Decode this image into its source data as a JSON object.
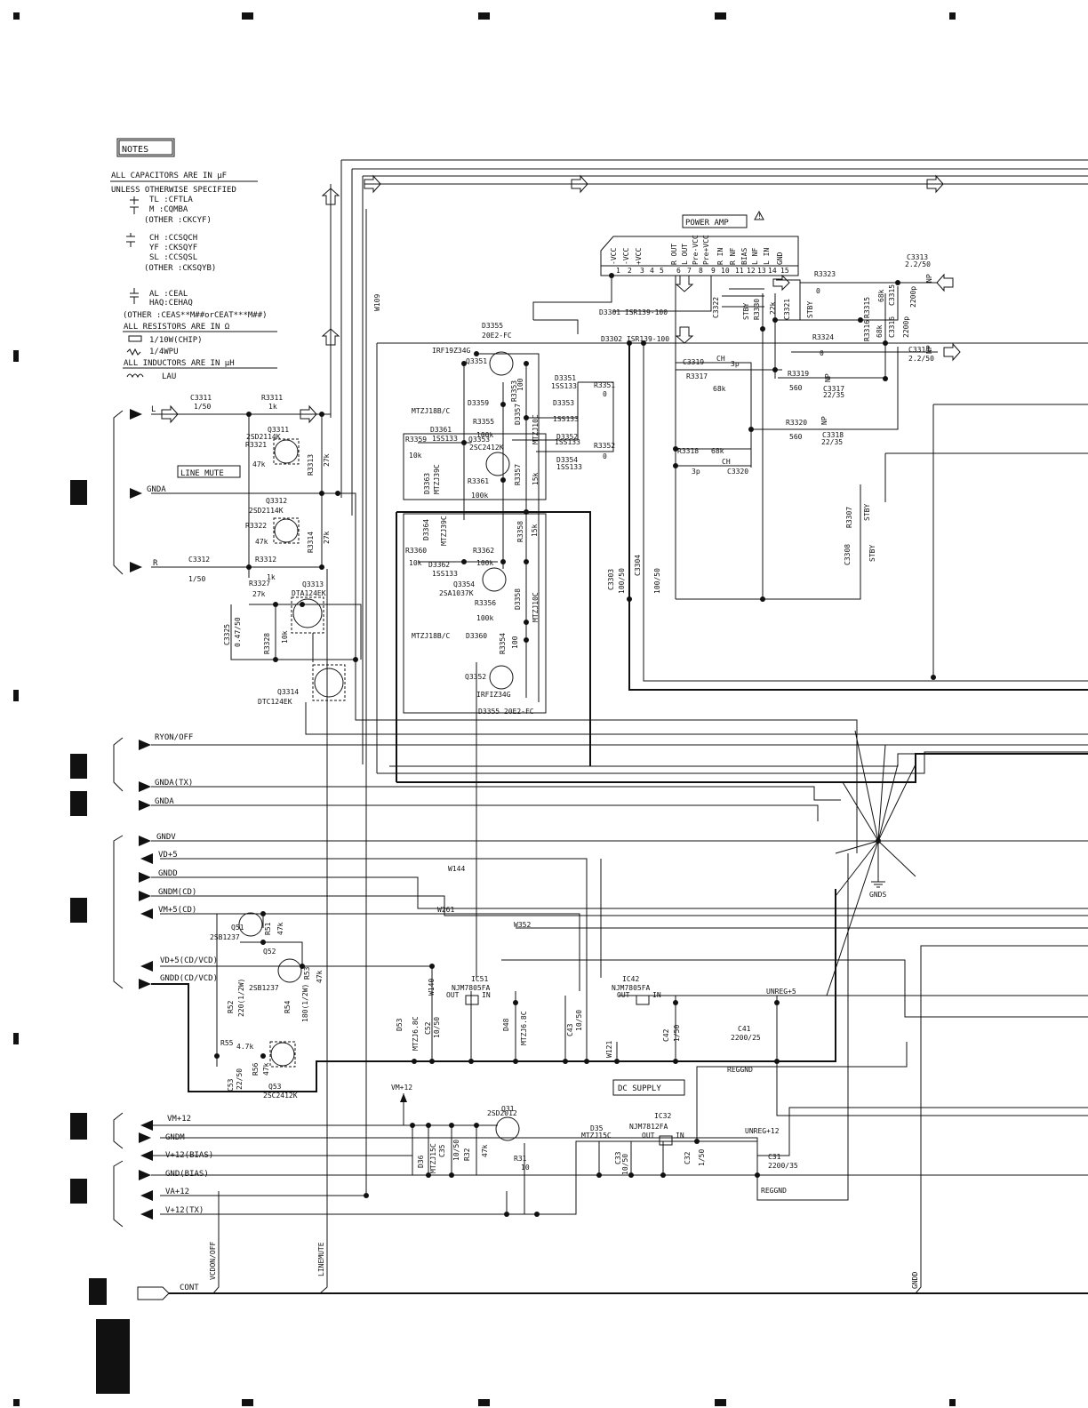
{
  "notes": {
    "title": "NOTES",
    "lines": [
      "ALL CAPACITORS ARE IN μF",
      "UNLESS OTHERWISE SPECIFIED",
      "TL :CFTLA",
      "M :CQMBA",
      "(OTHER :CKCYF)",
      "CH :CCSQCH",
      "YF :CKSQYF",
      "SL :CCSQSL",
      "(OTHER :CKSQYB)",
      "AL :CEAL",
      "HAQ:CEHAQ",
      "(OTHER :CEAS**M##orCEAT***M##)",
      "ALL RESISTORS ARE IN Ω",
      "1/10W(CHIP)",
      "1/4WPU",
      "ALL INDUCTORS ARE IN μH",
      "LAU"
    ]
  },
  "blocks": {
    "power_amp": "POWER AMP",
    "line_mute": "LINE MUTE",
    "dc_supply": "DC SUPPLY"
  },
  "ic_pins": {
    "names": [
      "-VCC",
      "-VCC",
      "+VCC",
      "R OUT",
      "L OUT",
      "Pre-VCC",
      "Pre+VCC",
      "R IN",
      "R NF",
      "BIAS",
      "L NF",
      "L IN",
      "GND"
    ],
    "numbers": [
      "1",
      "2",
      "3",
      "4",
      "5",
      "6",
      "7",
      "8",
      "9",
      "10",
      "11",
      "12",
      "13",
      "14",
      "15"
    ]
  },
  "connectors": {
    "left_top": [
      "L",
      "GNDA",
      "R"
    ],
    "left_mid": [
      "RYON/OFF",
      "GNDA(TX)",
      "GNDA"
    ],
    "left_power": [
      "GNDV",
      "VD+5",
      "GNDD",
      "GNDM(CD)",
      "VM+5(CD)",
      "VD+5(CD/VCD)",
      "GNDD(CD/VCD)"
    ],
    "left_bottom": [
      "VM+12",
      "GNDM",
      "V+12(BIAS)",
      "GND(BIAS)",
      "VA+12",
      "V+12(TX)"
    ],
    "cont": "CONT"
  },
  "labels": [
    {
      "id": "c3311",
      "text": "C3311"
    },
    {
      "id": "c3311v",
      "text": "1/50"
    },
    {
      "id": "r3311",
      "text": "R3311"
    },
    {
      "id": "r3311v",
      "text": "1k"
    },
    {
      "id": "q3311",
      "text": "Q3311"
    },
    {
      "id": "q3311p",
      "text": "2SD2114K"
    },
    {
      "id": "r3321",
      "text": "R3321"
    },
    {
      "id": "r3321v",
      "text": "47k"
    },
    {
      "id": "r3313",
      "text": "R3313"
    },
    {
      "id": "r3313v",
      "text": "27k"
    },
    {
      "id": "q3312",
      "text": "Q3312"
    },
    {
      "id": "q3312p",
      "text": "2SD2114K"
    },
    {
      "id": "r3322",
      "text": "R3322"
    },
    {
      "id": "r3322v",
      "text": "47k"
    },
    {
      "id": "r3314",
      "text": "R3314"
    },
    {
      "id": "r3314v",
      "text": "27k"
    },
    {
      "id": "c3312",
      "text": "C3312"
    },
    {
      "id": "c3312v",
      "text": "1/50"
    },
    {
      "id": "r3312",
      "text": "R3312"
    },
    {
      "id": "r3312v",
      "text": "1k"
    },
    {
      "id": "r3327",
      "text": "R3327"
    },
    {
      "id": "r3327v",
      "text": "27k"
    },
    {
      "id": "q3313",
      "text": "Q3313"
    },
    {
      "id": "q3313p",
      "text": "DTA124EK"
    },
    {
      "id": "c3325",
      "text": "C3325"
    },
    {
      "id": "c3325v",
      "text": "0.47/50"
    },
    {
      "id": "r3328",
      "text": "R3328"
    },
    {
      "id": "r3328v",
      "text": "10k"
    },
    {
      "id": "q3314",
      "text": "Q3314"
    },
    {
      "id": "q3314p",
      "text": "DTC124EK"
    },
    {
      "id": "w109",
      "text": "W109"
    },
    {
      "id": "d3355a",
      "text": "D3355"
    },
    {
      "id": "d3355av",
      "text": "20E2-FC"
    },
    {
      "id": "irf9",
      "text": "IRF19Z34G"
    },
    {
      "id": "q3351",
      "text": "Q3351"
    },
    {
      "id": "d3359",
      "text": "D3359"
    },
    {
      "id": "mtzj18b",
      "text": "MTZJ18B/C"
    },
    {
      "id": "r3353",
      "text": "R3353"
    },
    {
      "id": "r3353v",
      "text": "100"
    },
    {
      "id": "d3357",
      "text": "D3357"
    },
    {
      "id": "mtzj10c",
      "text": "MTZJ10C"
    },
    {
      "id": "d3361",
      "text": "D3361"
    },
    {
      "id": "iss133a",
      "text": "1SS133"
    },
    {
      "id": "r3355",
      "text": "R3355"
    },
    {
      "id": "r3355v",
      "text": "100k"
    },
    {
      "id": "r3359",
      "text": "R3359"
    },
    {
      "id": "r3359v",
      "text": "10k"
    },
    {
      "id": "q3353",
      "text": "Q3353"
    },
    {
      "id": "q3353p",
      "text": "2SC2412K"
    },
    {
      "id": "d3363",
      "text": "D3363"
    },
    {
      "id": "mtzj39c",
      "text": "MTZJ39C"
    },
    {
      "id": "r3361",
      "text": "R3361"
    },
    {
      "id": "r3361v",
      "text": "100k"
    },
    {
      "id": "r3357",
      "text": "R3357"
    },
    {
      "id": "r3357v",
      "text": "15k"
    },
    {
      "id": "d3364",
      "text": "D3364"
    },
    {
      "id": "mtzj39c2",
      "text": "MTZJ39C"
    },
    {
      "id": "r3358",
      "text": "R3358"
    },
    {
      "id": "r3358v",
      "text": "15k"
    },
    {
      "id": "r3360",
      "text": "R3360"
    },
    {
      "id": "r3360v",
      "text": "10k"
    },
    {
      "id": "r3362",
      "text": "R3362"
    },
    {
      "id": "r3362v",
      "text": "100k"
    },
    {
      "id": "d3362",
      "text": "D3362"
    },
    {
      "id": "iss133b",
      "text": "1SS133"
    },
    {
      "id": "q3354",
      "text": "Q3354"
    },
    {
      "id": "q3354p",
      "text": "2SA1037K"
    },
    {
      "id": "d3358",
      "text": "D3358"
    },
    {
      "id": "mtzj10c2",
      "text": "MTZJ10C"
    },
    {
      "id": "r3356",
      "text": "R3356"
    },
    {
      "id": "r3356v",
      "text": "100k"
    },
    {
      "id": "mtzj18b2",
      "text": "MTZJ18B/C"
    },
    {
      "id": "d3360",
      "text": "D3360"
    },
    {
      "id": "r3354",
      "text": "R3354"
    },
    {
      "id": "r3354v",
      "text": "100"
    },
    {
      "id": "q3352",
      "text": "Q3352"
    },
    {
      "id": "irfz",
      "text": "IRFIZ34G"
    },
    {
      "id": "d3356",
      "text": "D3355 20E2-FC"
    },
    {
      "id": "d3301",
      "text": "D3301 ISR139-100"
    },
    {
      "id": "d3302",
      "text": "D3302 ISR139-100"
    },
    {
      "id": "d3351",
      "text": "D3351"
    },
    {
      "id": "iss133c",
      "text": "1SS133"
    },
    {
      "id": "r3351",
      "text": "R3351"
    },
    {
      "id": "r3351v",
      "text": "0"
    },
    {
      "id": "d3353",
      "text": "D3353"
    },
    {
      "id": "iss133d",
      "text": "1SS133"
    },
    {
      "id": "d3352",
      "text": "D3352"
    },
    {
      "id": "iss133e",
      "text": "1SS133"
    },
    {
      "id": "r3352",
      "text": "R3352"
    },
    {
      "id": "r3352v",
      "text": "0"
    },
    {
      "id": "d3354",
      "text": "D3354"
    },
    {
      "id": "iss133f",
      "text": "1SS133"
    },
    {
      "id": "c3322",
      "text": "C3322"
    },
    {
      "id": "stby1",
      "text": "STBY"
    },
    {
      "id": "r3330",
      "text": "R3330"
    },
    {
      "id": "r3330v",
      "text": "22k"
    },
    {
      "id": "c3321",
      "text": "C3321"
    },
    {
      "id": "stby2",
      "text": "STBY"
    },
    {
      "id": "c3319",
      "text": "C3319"
    },
    {
      "id": "c3319t",
      "text": "CH"
    },
    {
      "id": "c3319v",
      "text": "3p"
    },
    {
      "id": "r3317",
      "text": "R3317"
    },
    {
      "id": "r3317v",
      "text": "68k"
    },
    {
      "id": "r3318",
      "text": "R3318"
    },
    {
      "id": "r3318v",
      "text": "68k"
    },
    {
      "id": "c3320",
      "text": "C3320"
    },
    {
      "id": "c3320t",
      "text": "CH"
    },
    {
      "id": "c3320v",
      "text": "3p"
    },
    {
      "id": "r3323",
      "text": "R3323"
    },
    {
      "id": "r3323v",
      "text": "0"
    },
    {
      "id": "r3324",
      "text": "R3324"
    },
    {
      "id": "r3324v",
      "text": "0"
    },
    {
      "id": "r3319",
      "text": "R3319"
    },
    {
      "id": "r3319v",
      "text": "560"
    },
    {
      "id": "c3317",
      "text": "C3317"
    },
    {
      "id": "c3317v",
      "text": "22/35"
    },
    {
      "id": "np1",
      "text": "NP"
    },
    {
      "id": "r3320",
      "text": "R3320"
    },
    {
      "id": "r3320v",
      "text": "560"
    },
    {
      "id": "c3318",
      "text": "C3318"
    },
    {
      "id": "c3318v",
      "text": "22/35"
    },
    {
      "id": "np2",
      "text": "NP"
    },
    {
      "id": "c3313",
      "text": "C3313"
    },
    {
      "id": "c3313v",
      "text": "2.2/50"
    },
    {
      "id": "np3",
      "text": "NP"
    },
    {
      "id": "c3314",
      "text": "C3314"
    },
    {
      "id": "c3314v",
      "text": "2.2/50"
    },
    {
      "id": "np4",
      "text": "NP"
    },
    {
      "id": "r3315",
      "text": "R3315"
    },
    {
      "id": "r3315v",
      "text": "68k"
    },
    {
      "id": "r3316",
      "text": "R3316"
    },
    {
      "id": "r3316v",
      "text": "68k"
    },
    {
      "id": "c3315",
      "text": "C3315"
    },
    {
      "id": "c3315v",
      "text": "2200p"
    },
    {
      "id": "c3316",
      "text": "C3316"
    },
    {
      "id": "c3316v",
      "text": "2200p"
    },
    {
      "id": "r3307",
      "text": "R3307"
    },
    {
      "id": "stby3",
      "text": "STBY"
    },
    {
      "id": "c3308",
      "text": "C3308"
    },
    {
      "id": "stby4",
      "text": "STBY"
    },
    {
      "id": "c3303",
      "text": "C3303"
    },
    {
      "id": "c3303v",
      "text": "100/50"
    },
    {
      "id": "c3304",
      "text": "C3304"
    },
    {
      "id": "c3304v",
      "text": "100/50"
    },
    {
      "id": "gnds",
      "text": "GNDS"
    },
    {
      "id": "w144",
      "text": "W144"
    },
    {
      "id": "w261",
      "text": "W261"
    },
    {
      "id": "w352",
      "text": "W352"
    },
    {
      "id": "q51",
      "text": "Q51"
    },
    {
      "id": "q51p",
      "text": "2SB1237"
    },
    {
      "id": "r51",
      "text": "R51"
    },
    {
      "id": "r51v",
      "text": "47k"
    },
    {
      "id": "q52",
      "text": "Q52"
    },
    {
      "id": "q52p",
      "text": "2SB1237"
    },
    {
      "id": "r53",
      "text": "R53"
    },
    {
      "id": "r53v",
      "text": "47k"
    },
    {
      "id": "r52",
      "text": "R52"
    },
    {
      "id": "r52v",
      "text": "220(1/2W)"
    },
    {
      "id": "r54",
      "text": "R54"
    },
    {
      "id": "r54v",
      "text": "180(1/2W)"
    },
    {
      "id": "r55",
      "text": "R55"
    },
    {
      "id": "r55v",
      "text": "4.7k"
    },
    {
      "id": "r56",
      "text": "R56"
    },
    {
      "id": "r56v",
      "text": "47k"
    },
    {
      "id": "c53",
      "text": "C53"
    },
    {
      "id": "c53v",
      "text": "22/50"
    },
    {
      "id": "q53",
      "text": "Q53"
    },
    {
      "id": "q53p",
      "text": "2SC2412K"
    },
    {
      "id": "w140",
      "text": "W140"
    },
    {
      "id": "ic51",
      "text": "IC51"
    },
    {
      "id": "ic51p",
      "text": "NJM7805FA"
    },
    {
      "id": "out1",
      "text": "OUT"
    },
    {
      "id": "in1",
      "text": "IN"
    },
    {
      "id": "d53",
      "text": "D53"
    },
    {
      "id": "d53p",
      "text": "MTZJ6.8C"
    },
    {
      "id": "c52",
      "text": "C52"
    },
    {
      "id": "c52v",
      "text": "10/50"
    },
    {
      "id": "d48",
      "text": "D48"
    },
    {
      "id": "d48p",
      "text": "MTZJ6.8C"
    },
    {
      "id": "c43",
      "text": "C43"
    },
    {
      "id": "c43v",
      "text": "10/50"
    },
    {
      "id": "w121",
      "text": "W121"
    },
    {
      "id": "ic42",
      "text": "IC42"
    },
    {
      "id": "ic42p",
      "text": "NJM7805FA"
    },
    {
      "id": "out2",
      "text": "OUT"
    },
    {
      "id": "in2",
      "text": "IN"
    },
    {
      "id": "c42",
      "text": "C42"
    },
    {
      "id": "c42v",
      "text": "1/50"
    },
    {
      "id": "unreg5",
      "text": "UNREG+5"
    },
    {
      "id": "c41",
      "text": "C41"
    },
    {
      "id": "c41v",
      "text": "2200/25"
    },
    {
      "id": "reggnd1",
      "text": "REGGND"
    },
    {
      "id": "vm12",
      "text": "VM+12"
    },
    {
      "id": "q31",
      "text": "Q31"
    },
    {
      "id": "q31p",
      "text": "2SD2012"
    },
    {
      "id": "d36",
      "text": "D36"
    },
    {
      "id": "d36p",
      "text": "MTZJ15C"
    },
    {
      "id": "c35",
      "text": "C35"
    },
    {
      "id": "c35v",
      "text": "10/50"
    },
    {
      "id": "r32",
      "text": "R32"
    },
    {
      "id": "r32v",
      "text": "47k"
    },
    {
      "id": "r31",
      "text": "R31"
    },
    {
      "id": "r31v",
      "text": "10"
    },
    {
      "id": "d35",
      "text": "D35"
    },
    {
      "id": "d35p",
      "text": "MTZJ15C"
    },
    {
      "id": "ic32",
      "text": "IC32"
    },
    {
      "id": "ic32p",
      "text": "NJM7812FA"
    },
    {
      "id": "out3",
      "text": "OUT"
    },
    {
      "id": "in3",
      "text": "IN"
    },
    {
      "id": "c33",
      "text": "C33"
    },
    {
      "id": "c33v",
      "text": "10/50"
    },
    {
      "id": "c32",
      "text": "C32"
    },
    {
      "id": "c32v",
      "text": "1/50"
    },
    {
      "id": "unreg12",
      "text": "UNREG+12"
    },
    {
      "id": "c31",
      "text": "C31"
    },
    {
      "id": "c31v",
      "text": "2200/35"
    },
    {
      "id": "reggnd2",
      "text": "REGGND"
    },
    {
      "id": "vcdon",
      "text": "VCDON/OFF"
    },
    {
      "id": "linemute",
      "text": "LINEMUTE"
    },
    {
      "id": "gndd",
      "text": "GNDD"
    }
  ]
}
